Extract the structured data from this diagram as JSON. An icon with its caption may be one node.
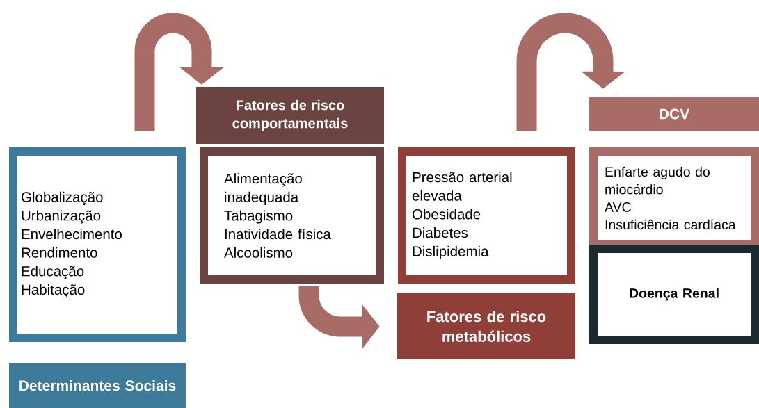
{
  "diagram": {
    "nodes": [
      {
        "text": [
          "Globalização",
          "Urbanização",
          "Envelhecimento",
          "Rendimento",
          "Educação",
          "Habitação"
        ]
      },
      {
        "text": [
          "Determinantes Sociais"
        ]
      },
      {
        "text": [
          "Fatores de risco comportamentais"
        ]
      },
      {
        "text": [
          "Alimentação inadequada",
          "Tabagismo",
          "Inatividade física",
          "Alcoolismo"
        ]
      },
      {
        "text": [
          "Pressão arterial elevada",
          "Obesidade",
          "Diabetes",
          "Dislipidemia"
        ]
      },
      {
        "text": [
          "Fatores de risco metabólicos"
        ]
      },
      {
        "text": [
          "DCV"
        ]
      },
      {
        "text": [
          "Enfarte agudo do miocárdio",
          "AVC",
          "Insuficiência cardíaca"
        ]
      },
      {
        "text": [
          "Doença Renal"
        ]
      }
    ],
    "edges": [
      {
        "from": 0,
        "to": 2,
        "arrow": "to"
      },
      {
        "from": 3,
        "to": 5,
        "arrow": "to"
      },
      {
        "from": 4,
        "to": 6,
        "arrow": "to"
      }
    ]
  }
}
